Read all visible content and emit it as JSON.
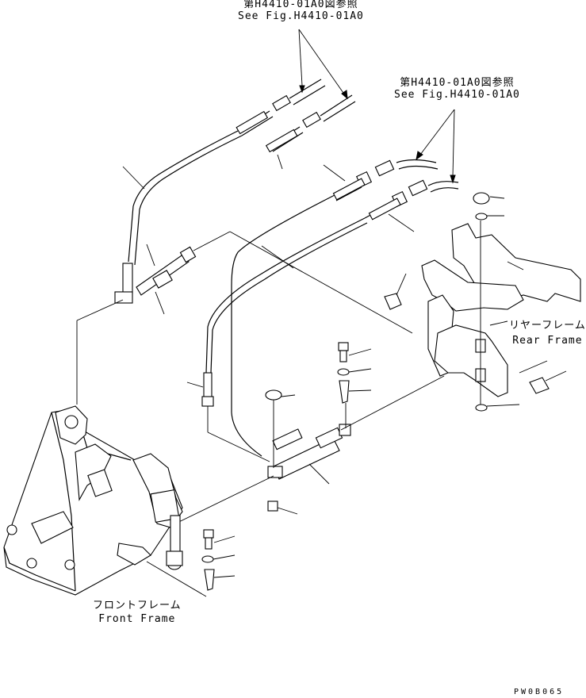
{
  "references": [
    {
      "jp": "第H4410-01A0図参照",
      "en": "See Fig.H4410-01A0"
    },
    {
      "jp": "第H4410-01A0図参照",
      "en": "See Fig.H4410-01A0"
    }
  ],
  "labels": {
    "rear_frame_jp": "リヤーフレーム",
    "rear_frame_en": "Rear Frame",
    "front_frame_jp": "フロントフレーム",
    "front_frame_en": "Front Frame"
  },
  "drawing_code": "PW0B065"
}
